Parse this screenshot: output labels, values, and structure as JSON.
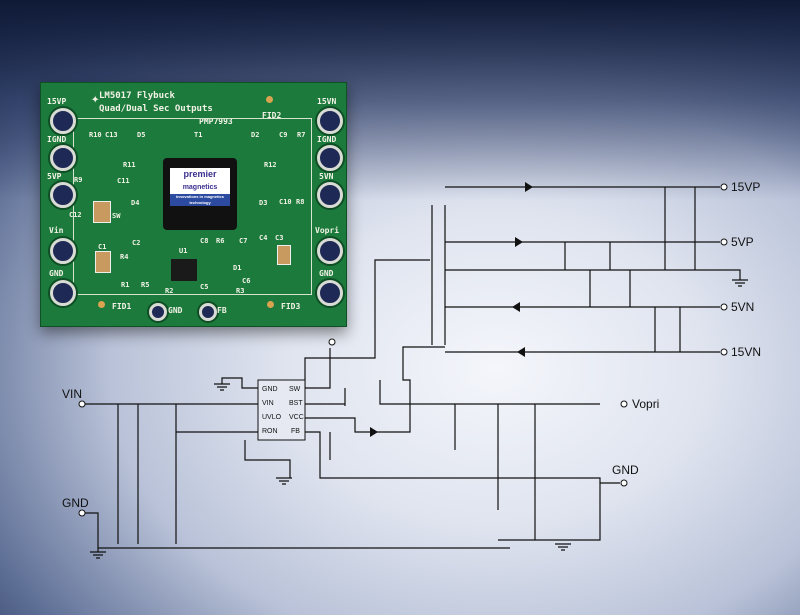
{
  "pcb": {
    "title1": "LM5017 Flybuck",
    "title2": "Quad/Dual Sec Outputs",
    "part": "PMP7993",
    "logo": {
      "name": "premier",
      "sub": "magnetics",
      "tagline": "innovations in magnetics technology"
    },
    "left_pads": [
      "15VP",
      "IGND",
      "5VP",
      "Vin",
      "GND"
    ],
    "right_pads": [
      "15VN",
      "IGND",
      "5VN",
      "Vopri",
      "GND"
    ],
    "bottom_pads": [
      "GND",
      "FB"
    ],
    "fiducials": [
      "FID1",
      "FID2",
      "FID3"
    ],
    "refdes": [
      "R10",
      "C13",
      "D5",
      "T1",
      "D2",
      "C9",
      "R7",
      "R11",
      "R12",
      "R9",
      "C11",
      "D4",
      "D3",
      "C10",
      "R8",
      "C12",
      "SW",
      "C1",
      "C2",
      "U1",
      "C8",
      "R6",
      "C7",
      "C4",
      "C3",
      "R4",
      "D1",
      "R1",
      "R5",
      "C5",
      "C6",
      "R2",
      "R3"
    ]
  },
  "schematic": {
    "ic_pins_left": [
      "GND",
      "VIN",
      "UVLO",
      "RON"
    ],
    "ic_pins_right": [
      "SW",
      "BST",
      "VCC",
      "FB"
    ],
    "input_labels": {
      "vin": "VIN",
      "gnd": "GND"
    },
    "outputs": [
      "15VP",
      "5VP",
      "5VN",
      "15VN"
    ],
    "vopri": "Vopri",
    "gnd_out": "GND"
  }
}
